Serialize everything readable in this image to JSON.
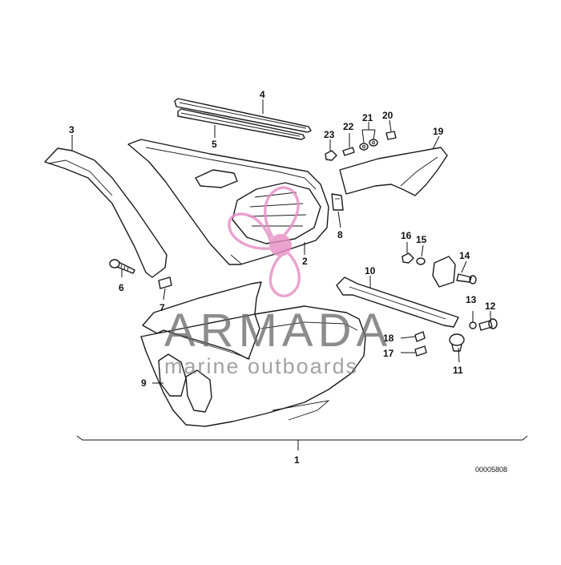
{
  "diagram": {
    "callouts": [
      "1",
      "2",
      "3",
      "4",
      "5",
      "6",
      "7",
      "8",
      "9",
      "10",
      "11",
      "12",
      "13",
      "14",
      "15",
      "16",
      "17",
      "18",
      "19",
      "20",
      "21",
      "22",
      "23"
    ],
    "drawing_number": "00005808"
  },
  "watermark": {
    "brand": "ARMADA",
    "tagline": "marine outboards",
    "logo_color": "#e58fc4",
    "text_color": "#6b6b6b"
  }
}
